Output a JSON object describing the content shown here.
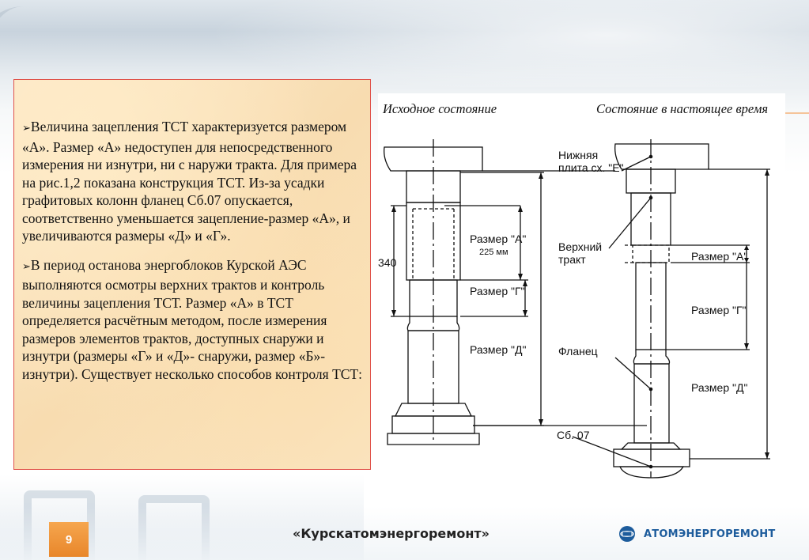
{
  "text": {
    "bullet_symbol": "➢",
    "paragraph1": "Величина зацепления ТСТ характеризуется размером «А». Размер «А» недоступен для непосредственного измерения ни изнутри, ни с наружи тракта. Для примера на рис.1,2 показана конструкция ТСТ. Из-за усадки графитовых колонн фланец Сб.07 опускается, соответственно уменьшается зацепление-размер «А», и увеличиваются размеры «Д» и «Г».",
    "paragraph2": "В период останова энергоблоков Курской АЭС выполняются осмотры верхних трактов и контроль величины зацепления ТСТ. Размер «А»  в ТСТ определяется расчётным методом, после измерения размеров элементов трактов, доступных снаружи и изнутри (размеры «Г» и «Д»- снаружи, размер «Б»-изнутри). Существует несколько способов контроля ТСТ:"
  },
  "figure": {
    "caption_left": "Исходное состояние",
    "caption_right": "Состояние в настоящее время",
    "left": {
      "size_a": "Размер \"А\"",
      "size_a_value": "225 мм",
      "size_g": "Размер \"Г\"",
      "size_d": "Размер \"Д\"",
      "dim_340": "340"
    },
    "right": {
      "lower_plate_line1": "Нижняя",
      "lower_plate_line2": "плита сх. \"Е\"",
      "upper_tract_line1": "Верхний",
      "upper_tract_line2": "тракт",
      "flange": "Фланец",
      "sb07": "Сб. 07",
      "size_a": "Размер \"А\"",
      "size_g": "Размер \"Г\"",
      "size_d": "Размер \"Д\""
    }
  },
  "footer": {
    "page_number": "9",
    "company": "«Курскатомэнергоремонт»",
    "logo_text": "АТОМЭНЕРГОРЕМОНТ"
  },
  "colors": {
    "textbox_border": "#e0524a",
    "page_badge": "#ee8f35",
    "logo_blue": "#1d5c9c"
  }
}
